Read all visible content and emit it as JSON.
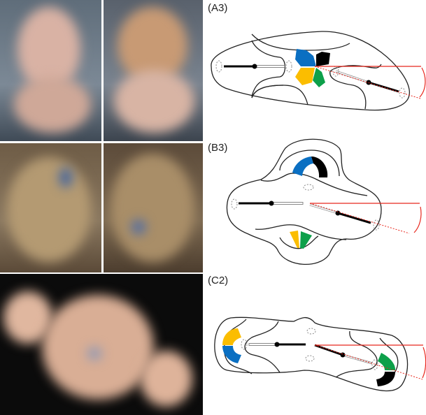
{
  "panels": [
    {
      "id": "A3",
      "label": "(A3)"
    },
    {
      "id": "B3",
      "label": "(B3)"
    },
    {
      "id": "C2",
      "label": "(C2)"
    }
  ],
  "colors": {
    "blue": "#0a6fc2",
    "black": "#000000",
    "yellow": "#fbbd00",
    "green": "#0da04a",
    "red": "#e8281e"
  }
}
